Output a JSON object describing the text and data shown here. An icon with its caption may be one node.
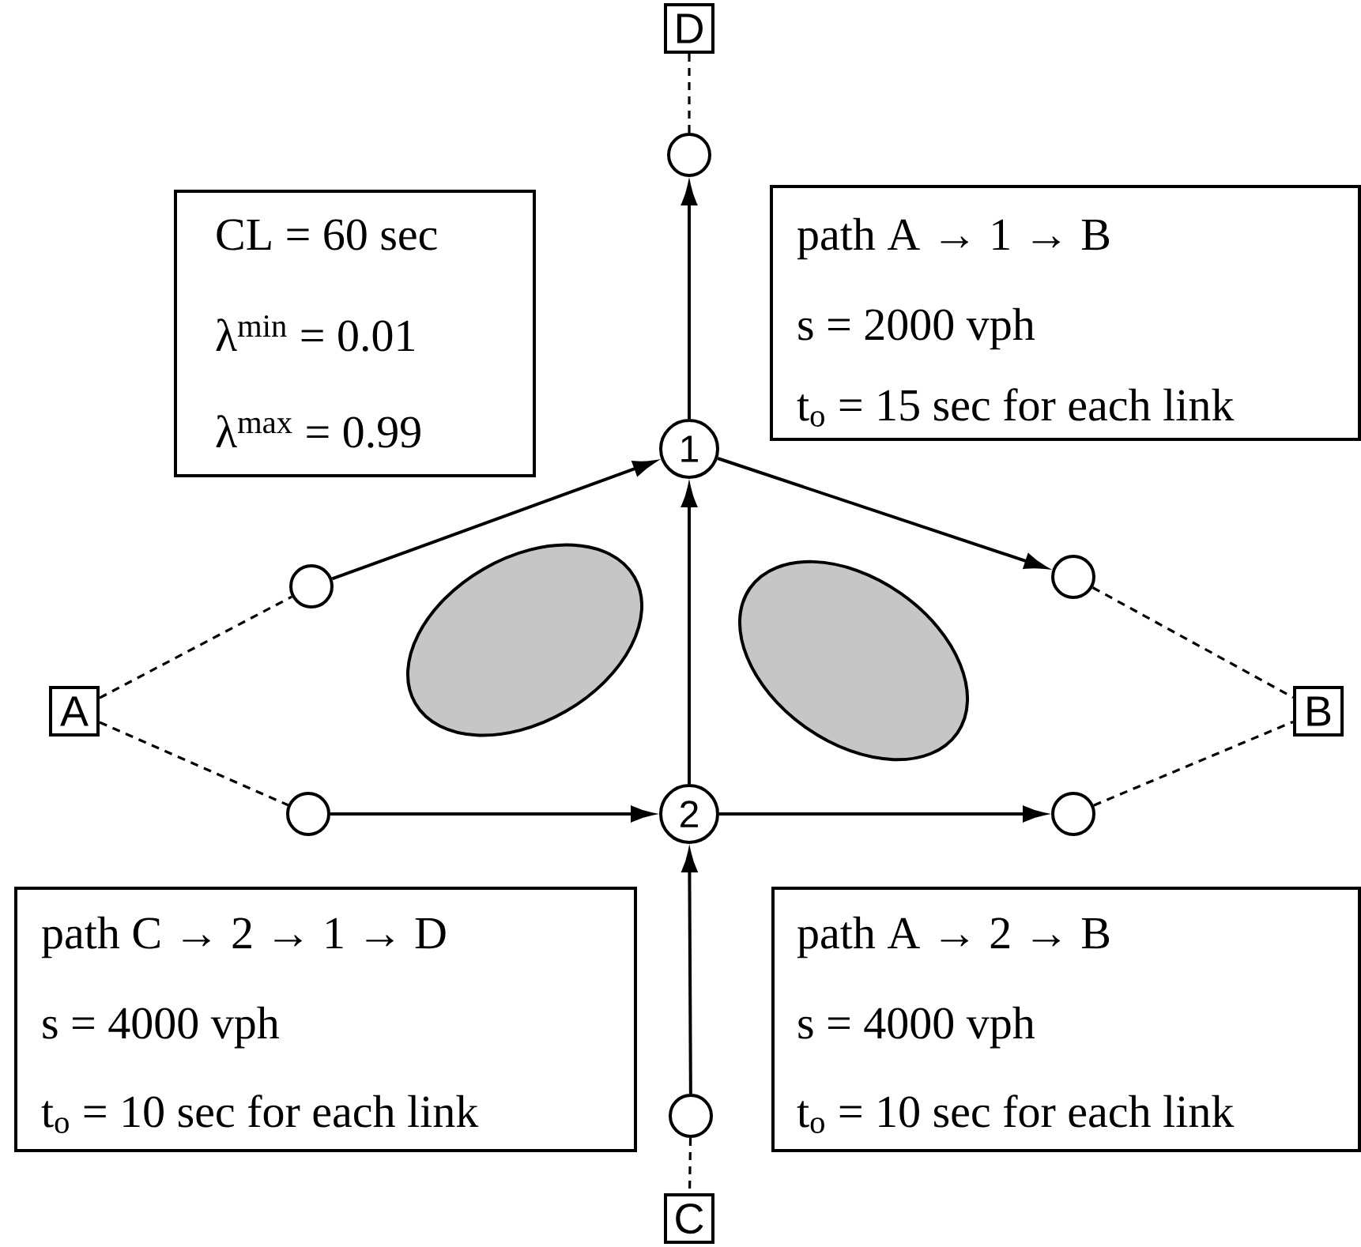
{
  "diagram": {
    "nodes": [
      {
        "text": [
          "D"
        ]
      },
      {
        "text": [],
        "shape": "circle"
      },
      {
        "text": [
          "CL = 60 sec",
          "λ$^{min}$ = 0.01",
          "λ$^{max}$ = 0.99"
        ]
      },
      {
        "text": [
          "path A → 1 → B",
          "s = 2000 vph",
          "t$_{o}$ = 15 sec for each link"
        ]
      },
      {
        "text": [
          "1"
        ]
      },
      {
        "text": [],
        "shape": "circle"
      },
      {
        "text": [],
        "shape": "circle"
      },
      {
        "text": [
          "A"
        ]
      },
      {
        "text": [
          "B"
        ]
      },
      {
        "text": [],
        "shape": "circle"
      },
      {
        "text": [
          "2"
        ]
      },
      {
        "text": [],
        "shape": "circle"
      },
      {
        "text": [
          "path C → 2 → 1 → D",
          "s = 4000 vph",
          "t$_{o}$ = 10 sec for each link"
        ]
      },
      {
        "text": [
          "path A → 2 → B",
          "s = 4000 vph",
          "t$_{o}$ = 10 sec for each link"
        ]
      },
      {
        "text": [],
        "shape": "circle"
      },
      {
        "text": [
          "C"
        ]
      },
      {
        "text": [],
        "shape": "ellipse"
      },
      {
        "text": [],
        "shape": "ellipse"
      }
    ],
    "edges": [
      {
        "from": 1,
        "to": 0,
        "arrow": "none",
        "style": "dashed"
      },
      {
        "from": 4,
        "to": 1,
        "arrow": "to"
      },
      {
        "from": 5,
        "to": 4,
        "arrow": "to"
      },
      {
        "from": 4,
        "to": 6,
        "arrow": "to"
      },
      {
        "from": 7,
        "to": 5,
        "arrow": "none",
        "style": "dashed"
      },
      {
        "from": 7,
        "to": 9,
        "arrow": "none",
        "style": "dashed"
      },
      {
        "from": 6,
        "to": 8,
        "arrow": "none",
        "style": "dashed"
      },
      {
        "from": 9,
        "to": 10,
        "arrow": "to"
      },
      {
        "from": 10,
        "to": 4,
        "arrow": "to"
      },
      {
        "from": 10,
        "to": 11,
        "arrow": "to"
      },
      {
        "from": 11,
        "to": 8,
        "arrow": "none",
        "style": "dashed"
      },
      {
        "from": 14,
        "to": 10,
        "arrow": "to"
      },
      {
        "from": 14,
        "to": 15,
        "arrow": "none",
        "style": "dashed"
      }
    ]
  }
}
